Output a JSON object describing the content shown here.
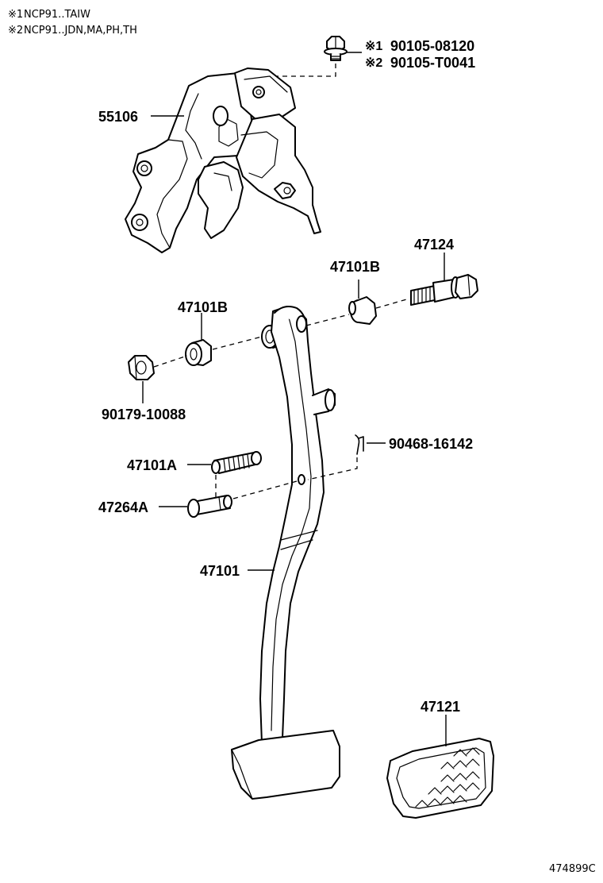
{
  "notes": [
    {
      "mark": "※1",
      "text": "NCP91..TAIW"
    },
    {
      "mark": "※2",
      "text": "NCP91..JDN,MA,PH,TH"
    }
  ],
  "callouts": {
    "bolt_1": {
      "mark": "※1",
      "part": "90105-08120"
    },
    "bolt_2": {
      "mark": "※2",
      "part": "90105-T0041"
    },
    "bracket": "55106",
    "bolt_47124": "47124",
    "bush_right": "47101B",
    "bush_left": "47101B",
    "nut": "90179-10088",
    "clip": "90468-16142",
    "spring": "47101A",
    "pin": "47264A",
    "pedal_arm": "47101",
    "pad": "47121"
  },
  "figure_code": "474899C"
}
